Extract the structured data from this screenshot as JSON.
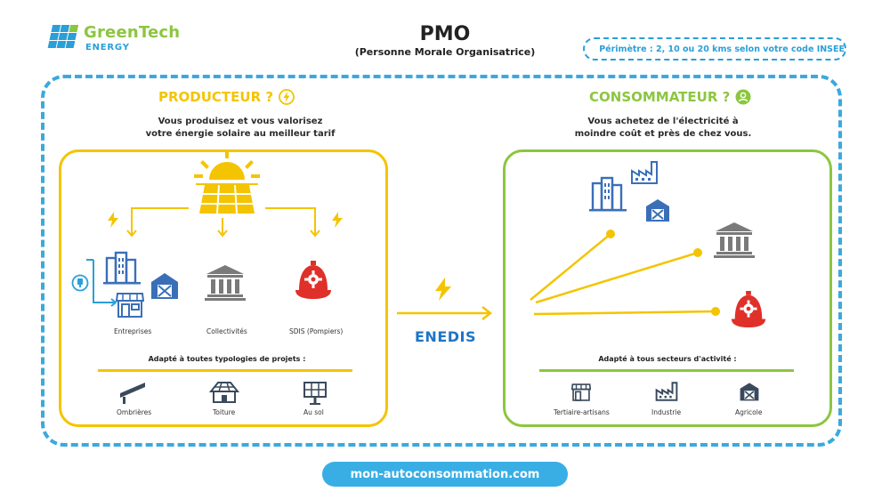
{
  "logo": {
    "name": "GreenTech",
    "sub": "ENERGY"
  },
  "header": {
    "title": "PMO",
    "subtitle": "(Personne Morale Organisatrice)",
    "perimetre": "Périmètre : 2, 10 ou 20 kms selon votre code INSEE"
  },
  "producteur": {
    "title": "PRODUCTEUR ?",
    "description_line1": "Vous produisez et vous valorisez",
    "description_line2": "votre énergie solaire au meilleur tarif",
    "targets": [
      "Entreprises",
      "Collectivités",
      "SDIS (Pompiers)"
    ],
    "projects_heading": "Adapté à toutes typologies de projets :",
    "projects": [
      "Ombrières",
      "Toiture",
      "Au sol"
    ]
  },
  "consommateur": {
    "title": "CONSOMMATEUR ?",
    "description_line1": "Vous achetez de l'électricité à",
    "description_line2": "moindre coût et près de chez vous.",
    "sectors_heading": "Adapté à tous secteurs d'activité :",
    "sectors": [
      "Tertiaire-artisans",
      "Industrie",
      "Agricole"
    ]
  },
  "network": {
    "name": "ENEDIS"
  },
  "footer": {
    "url": "mon-autoconsommation.com"
  },
  "colors": {
    "yellow": "#f4c400",
    "green": "#8cc63f",
    "blue": "#2a9fd8",
    "icon_blue": "#3a6fb8",
    "gray": "#7a7a7a",
    "red": "#e0302a"
  },
  "icons": [
    "solar-panel-icon",
    "sun-icon",
    "lightning-icon",
    "building-icon",
    "barn-icon",
    "shop-icon",
    "town-hall-icon",
    "firefighter-helmet-icon",
    "factory-icon",
    "location-pin-icon",
    "user-icon",
    "carport-icon",
    "roof-icon",
    "ground-panel-icon",
    "plug-icon"
  ]
}
